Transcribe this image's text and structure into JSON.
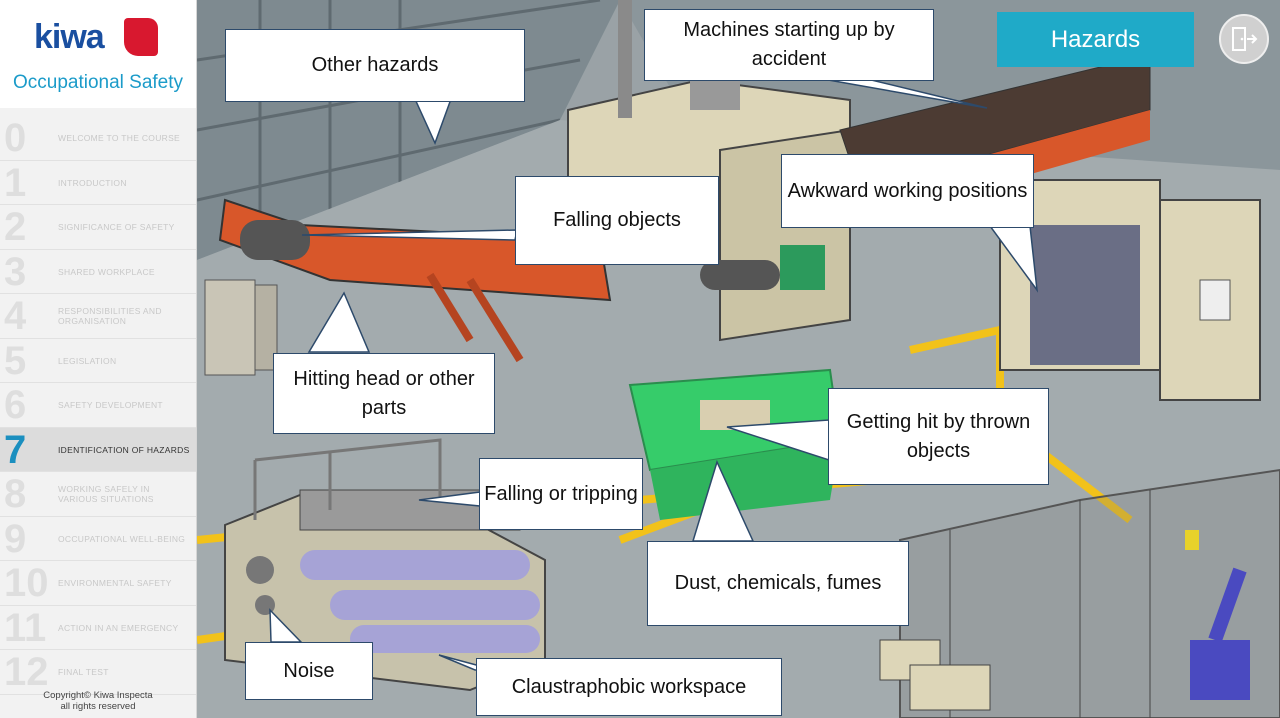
{
  "sidebar": {
    "logo": "kiwa",
    "subtitle": "Occupational Safety",
    "items": [
      {
        "num": "0",
        "label": "WELCOME TO THE COURSE"
      },
      {
        "num": "1",
        "label": "INTRODUCTION"
      },
      {
        "num": "2",
        "label": "SIGNIFICANCE OF SAFETY"
      },
      {
        "num": "3",
        "label": "SHARED WORKPLACE"
      },
      {
        "num": "4",
        "label": "RESPONSIBILITIES AND ORGANISATION"
      },
      {
        "num": "5",
        "label": "LEGISLATION"
      },
      {
        "num": "6",
        "label": "SAFETY DEVELOPMENT"
      },
      {
        "num": "7",
        "label": "IDENTIFICATION OF HAZARDS"
      },
      {
        "num": "8",
        "label": "WORKING SAFELY IN VARIOUS SITUATIONS"
      },
      {
        "num": "9",
        "label": "OCCUPATIONAL WELL-BEING"
      },
      {
        "num": "10",
        "label": "ENVIRONMENTAL SAFETY"
      },
      {
        "num": "11",
        "label": "ACTION IN AN EMERGENCY"
      },
      {
        "num": "12",
        "label": "FINAL TEST"
      }
    ],
    "active_index": 7,
    "copyright_line1": "Copyright© Kiwa Inspecta",
    "copyright_line2": "all rights reserved"
  },
  "header": {
    "tab_label": "Hazards",
    "exit_icon": "exit-door-icon"
  },
  "callouts": {
    "other_hazards": "Other hazards",
    "machines_starting": "Machines starting up by accident",
    "falling_objects": "Falling objects",
    "awkward_positions": "Awkward working positions",
    "hitting_head": "Hitting head or other parts",
    "thrown_objects": "Getting hit by thrown objects",
    "falling_tripping": "Falling or tripping",
    "dust_chemicals": "Dust, chemicals, fumes",
    "noise": "Noise",
    "claustrophobic": "Claustraphobic workspace"
  },
  "colors": {
    "accent": "#1faac8",
    "brand_blue": "#1a4fa0",
    "brand_red": "#d8182f",
    "active_number": "#1b8fbf"
  }
}
